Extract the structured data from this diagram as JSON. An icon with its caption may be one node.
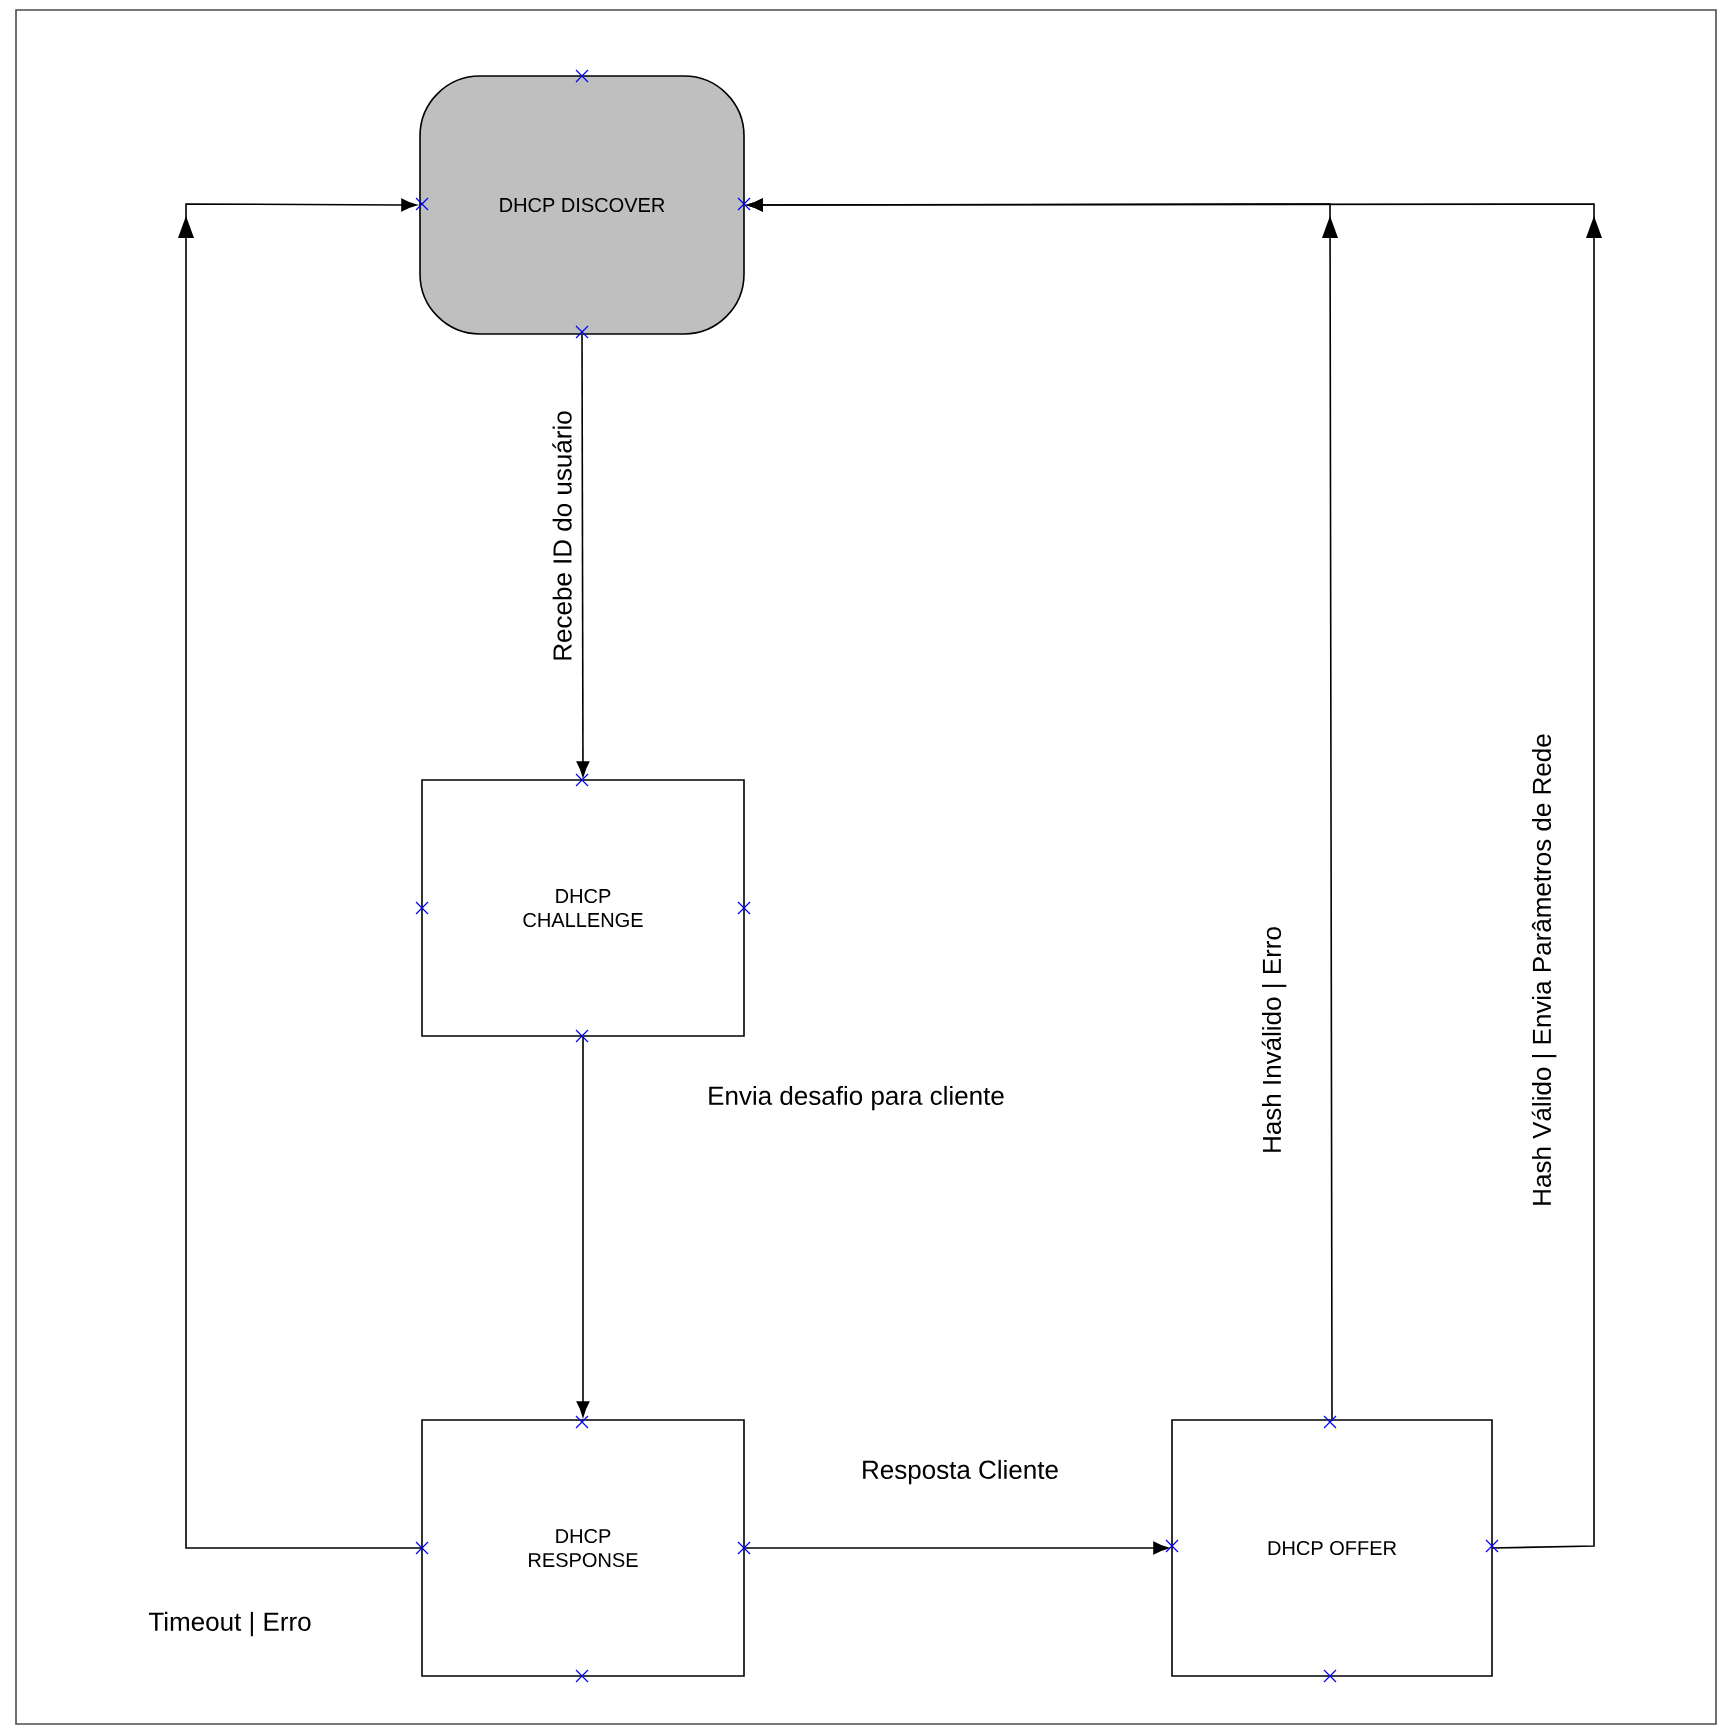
{
  "diagram": {
    "nodes": [
      {
        "text": [
          "DHCP DISCOVER"
        ]
      },
      {
        "text": [
          "DHCP CHALLENGE"
        ]
      },
      {
        "text": [
          "DHCP RESPONSE"
        ]
      },
      {
        "text": [
          "DHCP OFFER"
        ]
      }
    ],
    "edges": [
      {
        "from": 0,
        "to": 1,
        "arrow": "to",
        "label": "Recebe ID do usuário"
      },
      {
        "from": 1,
        "to": 2,
        "arrow": "to",
        "label": "Envia desafio para cliente"
      },
      {
        "from": 2,
        "to": 3,
        "arrow": "to",
        "label": "Resposta Cliente"
      },
      {
        "from": 2,
        "to": 0,
        "arrow": "to",
        "label": "Timeout | Erro"
      },
      {
        "from": 3,
        "to": 0,
        "arrow": "to",
        "label": "Hash Inválido | Erro"
      },
      {
        "from": 3,
        "to": 0,
        "arrow": "to",
        "label": "Hash Válido | Envia Parâmetros de Rede"
      }
    ]
  }
}
